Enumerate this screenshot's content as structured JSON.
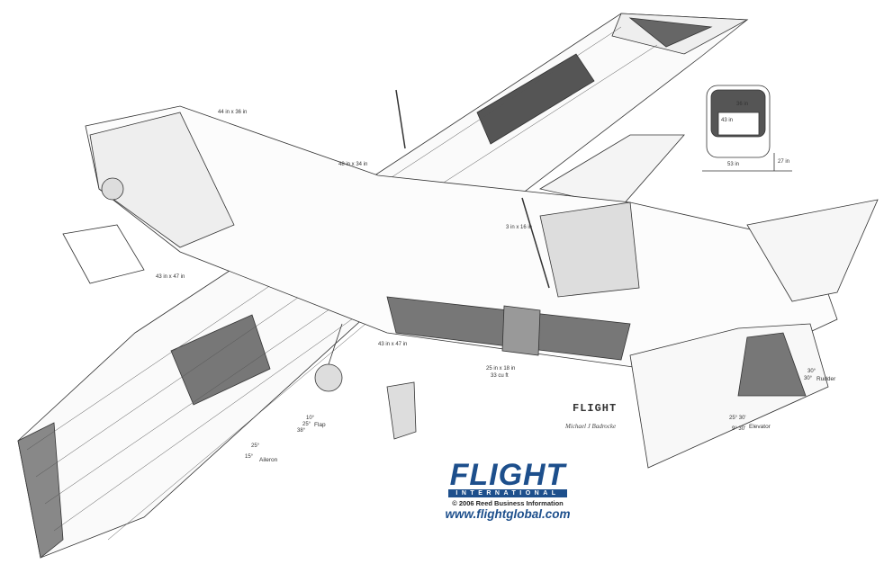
{
  "brand": {
    "name": "FLIGHT",
    "subtitle": "INTERNATIONAL",
    "copyright": "© 2006 Reed Business Information",
    "url": "www.flightglobal.com",
    "color": "#1d4f8c"
  },
  "mini_logo": "FLIGHT",
  "artist_signature": "Michael J Badrocke",
  "cross_section": {
    "height": "36 in",
    "width_inner": "43 in",
    "width_floor": "53 in",
    "floor_height": "27 in"
  },
  "labels": {
    "door_front": "44 in x 36 in",
    "door_mid": "48 in x 34 in",
    "door_left": "43 in x 47 in",
    "door_rear": "43 in x 47 in",
    "baggage": "25 in x 18 in",
    "baggage_volume": "33 cu ft",
    "flap": "Flap",
    "flap_angles": [
      "10°",
      "25°",
      "38°"
    ],
    "aileron": "Aileron",
    "aileron_angles": [
      "25°",
      "15°"
    ],
    "rudder": "Rudder",
    "rudder_angles": [
      "30°",
      "30°"
    ],
    "elevator": "Elevator",
    "elevator_angles": [
      "25° 30'",
      "9° 30'"
    ],
    "engine_note": "3 in x 16 in"
  }
}
